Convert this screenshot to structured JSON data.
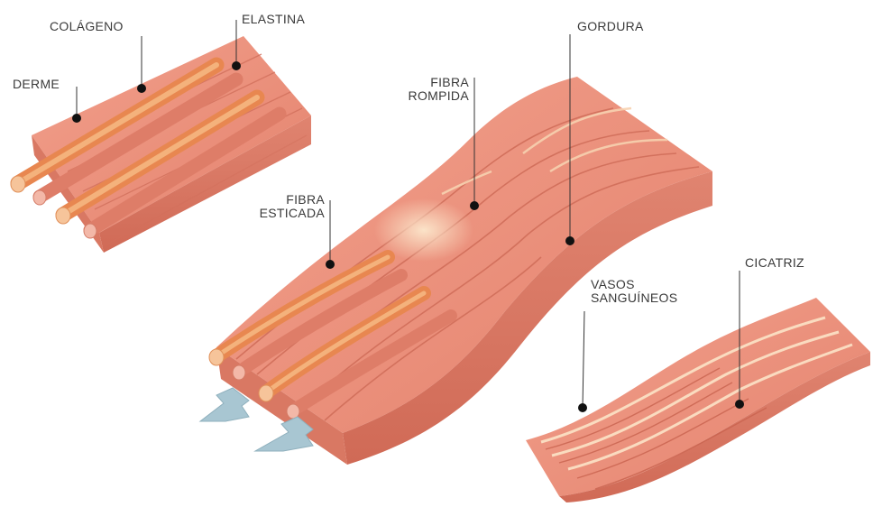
{
  "labels": {
    "colageno": "COLÁGENO",
    "elastina": "ELASTINA",
    "derme": "DERME",
    "gordura": "GORDURA",
    "fibra_rompida": [
      "FIBRA",
      "ROMPIDA"
    ],
    "fibra_esticada": [
      "FIBRA",
      "ESTICADA"
    ],
    "vasos_sanguineos": [
      "VASOS",
      "SANGUÍNEOS"
    ],
    "cicatriz": "CICATRIZ"
  },
  "colors": {
    "tissue": "#e98c79",
    "tissue_dark": "#c9634f",
    "tissue_side": "#d8735f",
    "fiber": "#f0a06a",
    "fiber_end": "#f6c49a",
    "arrow": "#9fc0cd",
    "leader": "#333333"
  }
}
